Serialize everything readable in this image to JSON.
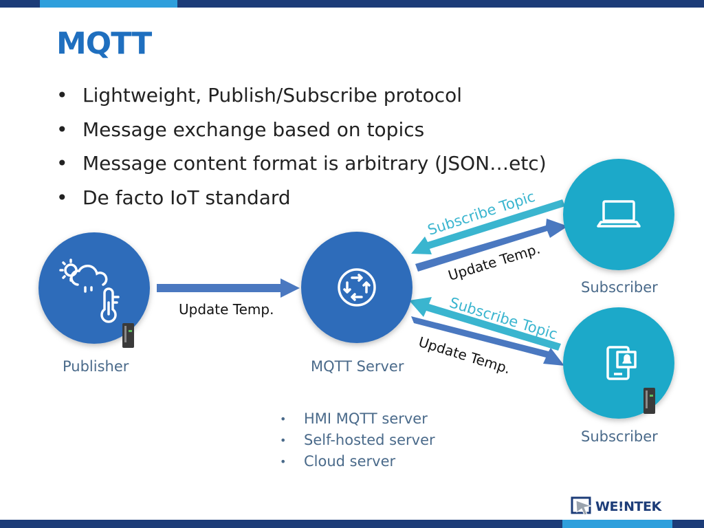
{
  "colors": {
    "title": "#1f6fbf",
    "dark_blue": "#1c3c78",
    "accent_blue": "#2e9fdc",
    "node_blue": "#2e6cba",
    "node_cyan": "#1fa9c9",
    "arrow_blue": "#4a78c0",
    "arrow_cyan": "#3ab5cf",
    "label_gray": "#4a6a8a"
  },
  "slide": {
    "title": "MQTT",
    "bullets": [
      "Lightweight, Publish/Subscribe protocol",
      "Message exchange based on topics",
      "Message content format is arbitrary (JSON…etc)",
      "De facto IoT standard"
    ],
    "bullet_glyph": "•"
  },
  "diagram": {
    "publisher": {
      "label": "Publisher",
      "icon": "weather-thermometer-icon"
    },
    "server": {
      "label": "MQTT Server",
      "icon": "router-icon"
    },
    "subscriber_top": {
      "label": "Subscriber",
      "icon": "laptop-icon"
    },
    "subscriber_bottom": {
      "label": "Subscriber",
      "icon": "tablet-alarm-icon"
    },
    "publisher_to_server": "Update Temp.",
    "top_subscribe": "Subscribe Topic",
    "top_update": "Update Temp.",
    "bottom_subscribe": "Subscribe Topic",
    "bottom_update": "Update Temp."
  },
  "server_options": [
    "HMI MQTT server",
    "Self-hosted server",
    "Cloud server"
  ],
  "footer": {
    "logo_text": "WE!NTEK",
    "logo_icon": "weintek-logo-icon"
  }
}
